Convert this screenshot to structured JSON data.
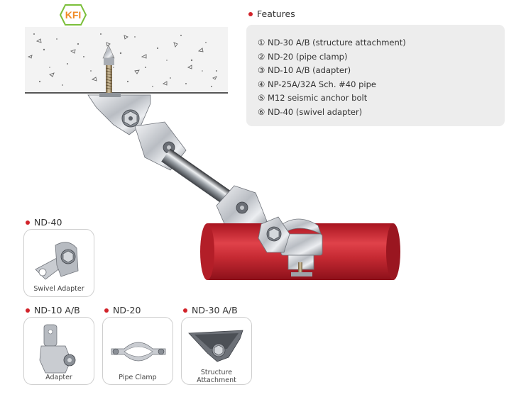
{
  "logo": {
    "text": "KFI"
  },
  "features": {
    "title": "Features",
    "items": [
      "① ND-30 A/B (structure attachment)",
      "② ND-20 (pipe clamp)",
      "③ ND-10 A/B (adapter)",
      "④ NP-25A/32A Sch. #40 pipe",
      "⑤ M12 seismic anchor bolt",
      "⑥ ND-40 (swivel adapter)"
    ]
  },
  "parts": {
    "nd40": {
      "title": "ND-40",
      "caption": "Swivel Adapter"
    },
    "nd10": {
      "title": "ND-10 A/B",
      "caption": "Adapter"
    },
    "nd20": {
      "title": "ND-20",
      "caption": "Pipe Clamp"
    },
    "nd30": {
      "title": "ND-30 A/B",
      "caption_line1": "Structure",
      "caption_line2": "Attachment"
    }
  },
  "colors": {
    "accent": "#d2232a",
    "pipe": "#c62a33",
    "logo_green": "#7bbf3a",
    "logo_orange": "#f08a24"
  }
}
